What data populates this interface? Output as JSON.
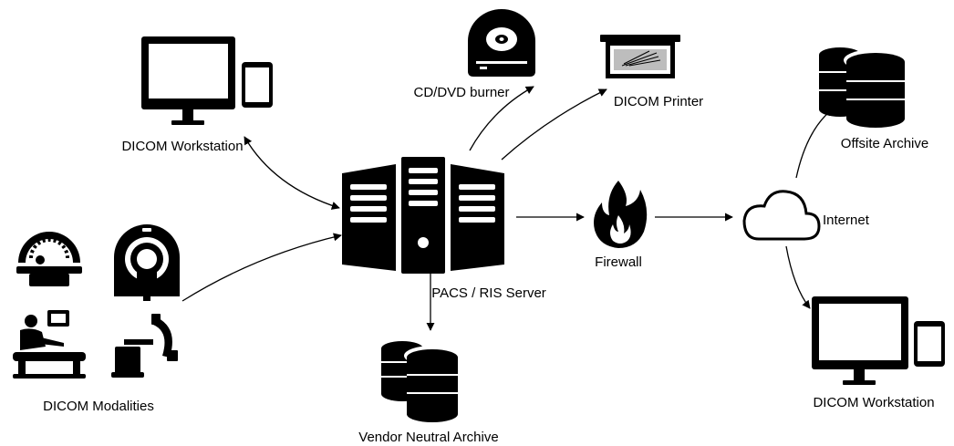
{
  "nodes": {
    "workstation_left": {
      "label": "DICOM Workstation",
      "icon": "monitor-tablet-icon"
    },
    "cd_burner": {
      "label": "CD/DVD burner",
      "icon": "disc-burner-icon"
    },
    "printer": {
      "label": "DICOM Printer",
      "icon": "film-printer-icon"
    },
    "pacs_server": {
      "label": "PACS / RIS Server",
      "icon": "server-tower-icon"
    },
    "modalities": {
      "label": "DICOM Modalities",
      "icon": "imaging-devices-icon"
    },
    "vna": {
      "label": "Vendor Neutral Archive",
      "icon": "database-icon"
    },
    "firewall": {
      "label": "Firewall",
      "icon": "flame-icon"
    },
    "internet": {
      "label": "Internet",
      "icon": "cloud-icon"
    },
    "offsite_archive": {
      "label": "Offsite Archive",
      "icon": "database-icon"
    },
    "workstation_right": {
      "label": "DICOM Workstation",
      "icon": "monitor-tablet-icon"
    }
  },
  "colors": {
    "ink": "#000000",
    "background": "#ffffff"
  }
}
